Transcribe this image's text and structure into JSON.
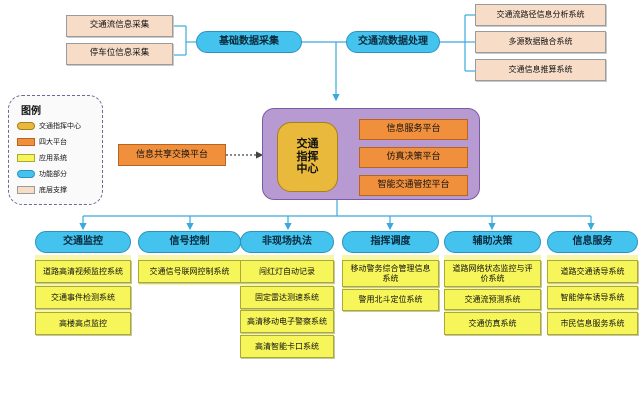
{
  "top_left": {
    "items": [
      "交通流信息采集",
      "停车位信息采集"
    ],
    "hub": "基础数据采集"
  },
  "top_right": {
    "hub": "交通流数据处理",
    "items": [
      "交通流路径信息分析系统",
      "多源数据融合系统",
      "交通信息推算系统"
    ]
  },
  "legend": {
    "title": "图例",
    "items": [
      "交通指挥中心",
      "四大平台",
      "应用系统",
      "功能部分",
      "底层支撑"
    ]
  },
  "center": {
    "hub": "交通\n指挥\n中心",
    "platforms": [
      "信息服务平台",
      "仿真决策平台",
      "智能交通管控平台"
    ],
    "share_platform": "信息共享交换平台"
  },
  "modules": [
    {
      "title": "交通监控",
      "items": [
        "道路高清视频监控系统",
        "交通事件检测系统",
        "高楼高点监控"
      ]
    },
    {
      "title": "信号控制",
      "items": [
        "交通信号联网控制系统"
      ]
    },
    {
      "title": "非现场执法",
      "items": [
        "闯红灯自动记录",
        "固定雷达测速系统",
        "高清移动电子警察系统",
        "高清智能卡口系统"
      ]
    },
    {
      "title": "指挥调度",
      "items": [
        "移动警务综合管理信息系统",
        "警用北斗定位系统"
      ]
    },
    {
      "title": "辅助决策",
      "items": [
        "道路网络状态监控与评价系统",
        "交通流预测系统",
        "交通仿真系统"
      ]
    },
    {
      "title": "信息服务",
      "items": [
        "道路交通诱导系统",
        "智能停车诱导系统",
        "市民信息服务系统"
      ]
    }
  ],
  "colors": {
    "function_blue": "#44c3ee",
    "platform_orange": "#f08f3c",
    "app_yellow": "#f6f65a",
    "base_tan": "#f7ddc8",
    "hub_gold": "#e8b93a",
    "panel_purple": "#b89ad2"
  }
}
